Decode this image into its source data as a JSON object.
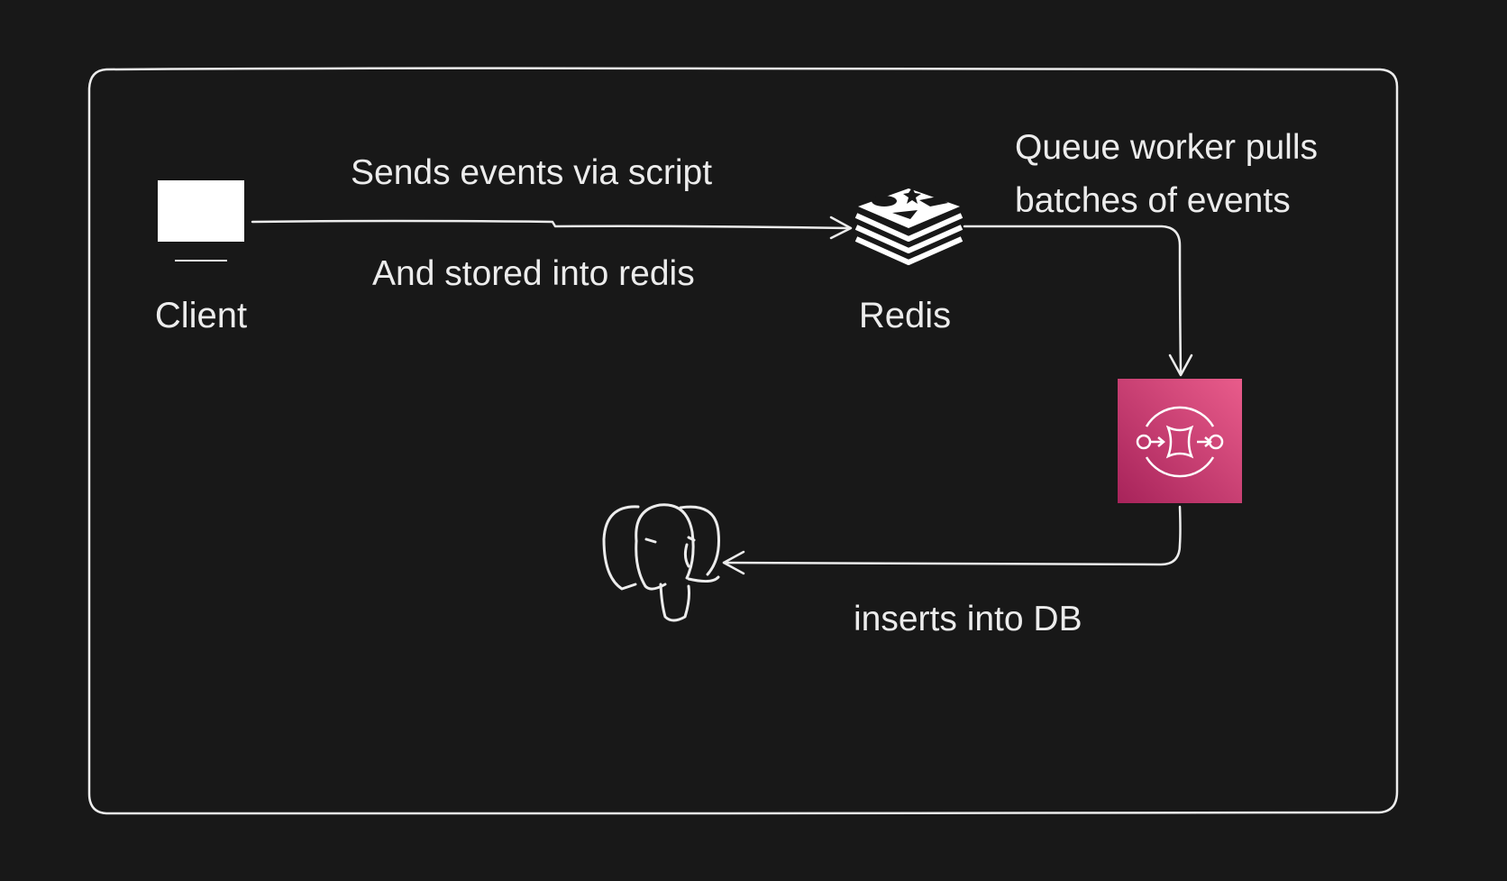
{
  "nodes": {
    "client": {
      "label": "Client",
      "icon": "monitor-icon"
    },
    "redis": {
      "label": "Redis",
      "icon": "redis-icon"
    },
    "queue": {
      "icon": "sqs-queue-icon",
      "color_top": "#e95c8b",
      "color_bottom": "#a7235a"
    },
    "database": {
      "icon": "postgresql-elephant-icon"
    }
  },
  "edges": {
    "client_to_redis": {
      "label_top": "Sends events via script",
      "label_bottom": "And stored into redis"
    },
    "redis_to_queue": {
      "label_line1": "Queue worker pulls",
      "label_line2": "batches of events"
    },
    "queue_to_database": {
      "label": "inserts into DB"
    }
  },
  "colors": {
    "background": "#181818",
    "stroke": "#ececec"
  }
}
